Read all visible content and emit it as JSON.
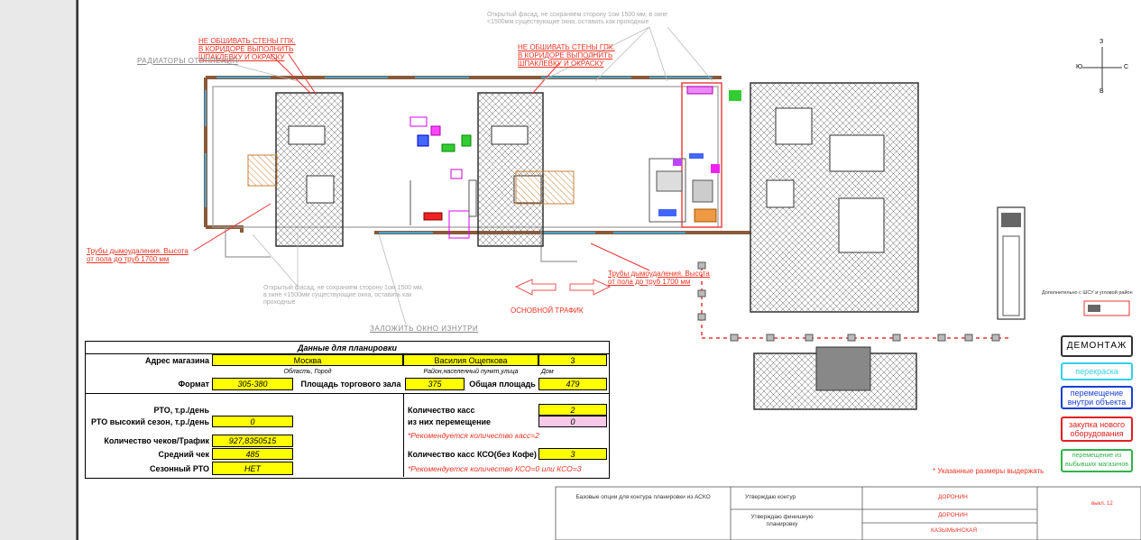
{
  "compass": {
    "n": "З",
    "s": "В",
    "w": "Ю",
    "e": "С"
  },
  "notes": {
    "no_sheathe_left": "НЕ ОБШИВАТЬ СТЕНЫ ГПК. В КОРИДОРЕ ВЫПОЛНИТЬ ШПАКЛЕВКУ И ОКРАСКУ",
    "no_sheathe_right": "НЕ ОБШИВАТЬ СТЕНЫ ГПК. В КОРИДОРЕ ВЫПОЛНИТЬ ШПАКЛЕВКУ И ОКРАСКУ",
    "radiators": "РАДИАТОРЫ ОТОПЛЕНИЯ",
    "facade_top": "Открытый фасад, не сохраняем сторону 1ом 1500 мм, в окне <1500мм существующие окна, оставить как проходные",
    "facade_bottom": "Открытый фасад, не сохраняем сторону 1ом 1500 мм, в окне <1500мм существующие окна, оставить как проходные",
    "pipes_left": "Трубы дымоудаления. Высота от пола до труб 1700 мм",
    "pipes_right": "Трубы дымоудаления. Высота от пола до труб 1700 мм",
    "close_window": "ЗАЛОЖИТЬ ОКНО ИЗНУТРИ",
    "main_traffic": "ОСНОВНОЙ ТРАФИК",
    "extra_label": "Дополнительно с ШСУ и угловой район",
    "required_note": "* Указанные размеры выдержать"
  },
  "planning": {
    "title": "Данные для планировки",
    "address_label": "Адрес магазина",
    "city": "Москва",
    "street": "Василия Ощепкова",
    "house": "3",
    "city_hint": "Область, Город",
    "street_hint": "Район,населенный пункт,улица",
    "house_hint": "Дом",
    "format_label": "Формат",
    "format_value": "305-380",
    "sales_area_label": "Площадь торгового зала",
    "sales_area_value": "375",
    "total_area_label": "Общая площадь",
    "total_area_value": "479",
    "rto_label": "РТО, т.р./день",
    "rto_high_label": "РТО высокий сезон, т.р./день",
    "rto_high_value": "0",
    "checks_label": "Количество чеков/Трафик",
    "checks_value": "927,8350515",
    "avg_check_label": "Средний чек",
    "avg_check_value": "485",
    "seasonal_label": "Сезонный РТО",
    "seasonal_value": "НЕТ",
    "registers_label": "Количество касс",
    "registers_value": "2",
    "moved_label": "из них перемещение",
    "moved_value": "0",
    "registers_rec": "*Рекомендуется количество касс=2",
    "sco_label": "Количество касс КСО(без Кофе)",
    "sco_value": "3",
    "sco_rec": "*Рекомендуется количество КСО=0 или КСО=3"
  },
  "legend": [
    {
      "label": "ДЕМОНТАЖ",
      "color": "#333333"
    },
    {
      "label": "перекраска",
      "color": "#35d0e8"
    },
    {
      "label": "перемещение внутри объекта",
      "color": "#1a3fd6"
    },
    {
      "label": "закупка нового оборудования",
      "color": "#e02020"
    },
    {
      "label": "перемещение из выбывших магазинов",
      "color": "#2fb34a"
    }
  ],
  "stamp": {
    "base_note": "Базовые опции для контура планировки из АСКО",
    "approve_contour": "Утверждаю контур",
    "approve_final": "Утверждаю финишную планировку",
    "name1": "ДОРОНИН",
    "name2": "ДОРОНИН",
    "name3": "КАЗЫМЫНСКАЯ",
    "sheet": "выкл. 12"
  }
}
